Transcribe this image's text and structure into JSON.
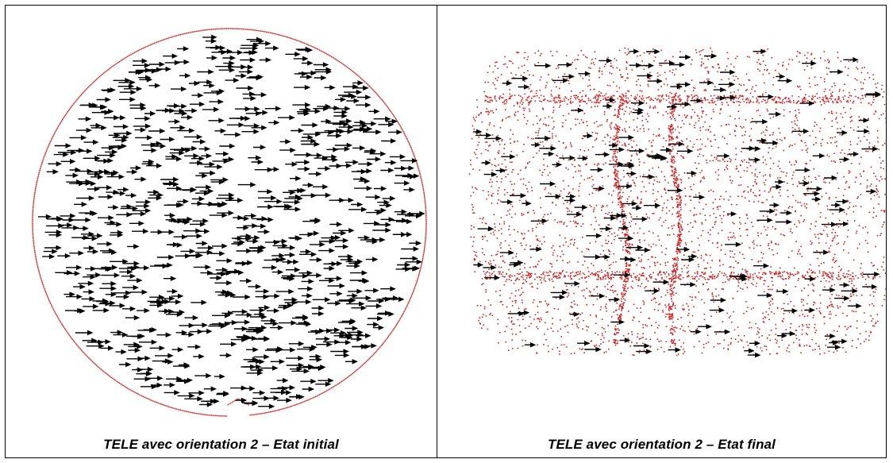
{
  "figure": {
    "panels": [
      {
        "caption": "TELE avec orientation 2 – Etat initial",
        "shape": "circle",
        "arrow_direction": "right",
        "arrow_density": "dense",
        "dot_color": "#d62020",
        "arrow_color": "#000000"
      },
      {
        "caption": "TELE avec orientation 2 – Etat final",
        "shape": "rounded-barrel",
        "arrow_direction": "right",
        "arrow_density": "sparse",
        "dot_color": "#d62020",
        "arrow_color": "#000000"
      }
    ]
  }
}
